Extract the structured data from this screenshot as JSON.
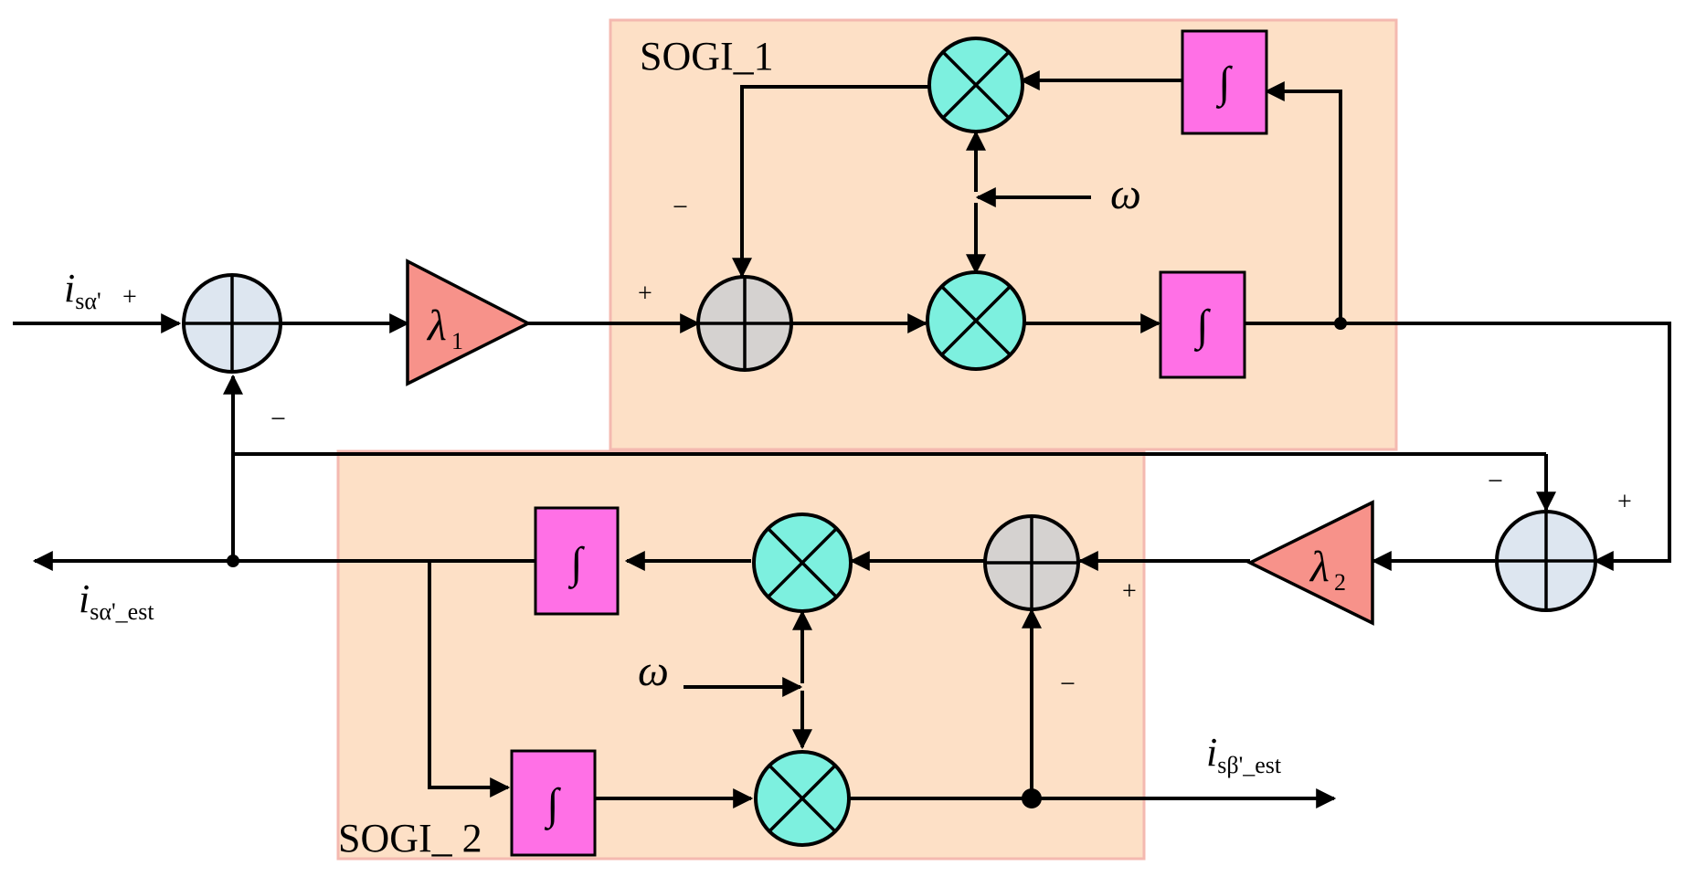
{
  "sogi1": {
    "title": "SOGI_1",
    "region_color": "#fde0c6",
    "border_color": "#f4b9b0"
  },
  "sogi2": {
    "title": "SOGI_ 2",
    "region_color": "#fde0c6",
    "border_color": "#f4b9b0"
  },
  "colors": {
    "sum_light": "#dde6f0",
    "sum_gray": "#d5d2d0",
    "multiplier": "#7df0df",
    "integrator": "#ff70e6",
    "gain": "#f7928a"
  },
  "gains": {
    "lambda1": "λ",
    "lambda1_sub": "1",
    "lambda2": "λ",
    "lambda2_sub": "2"
  },
  "integrator_symbol": "∫",
  "signals": {
    "input_main": "i",
    "input_sub": "sα'",
    "output_alpha_main": "i",
    "output_alpha_sub": "sα'_est",
    "output_beta_main": "i",
    "output_beta_sub": "sβ'_est",
    "omega": "ω"
  },
  "signs": {
    "plus": "+",
    "minus": "−"
  }
}
